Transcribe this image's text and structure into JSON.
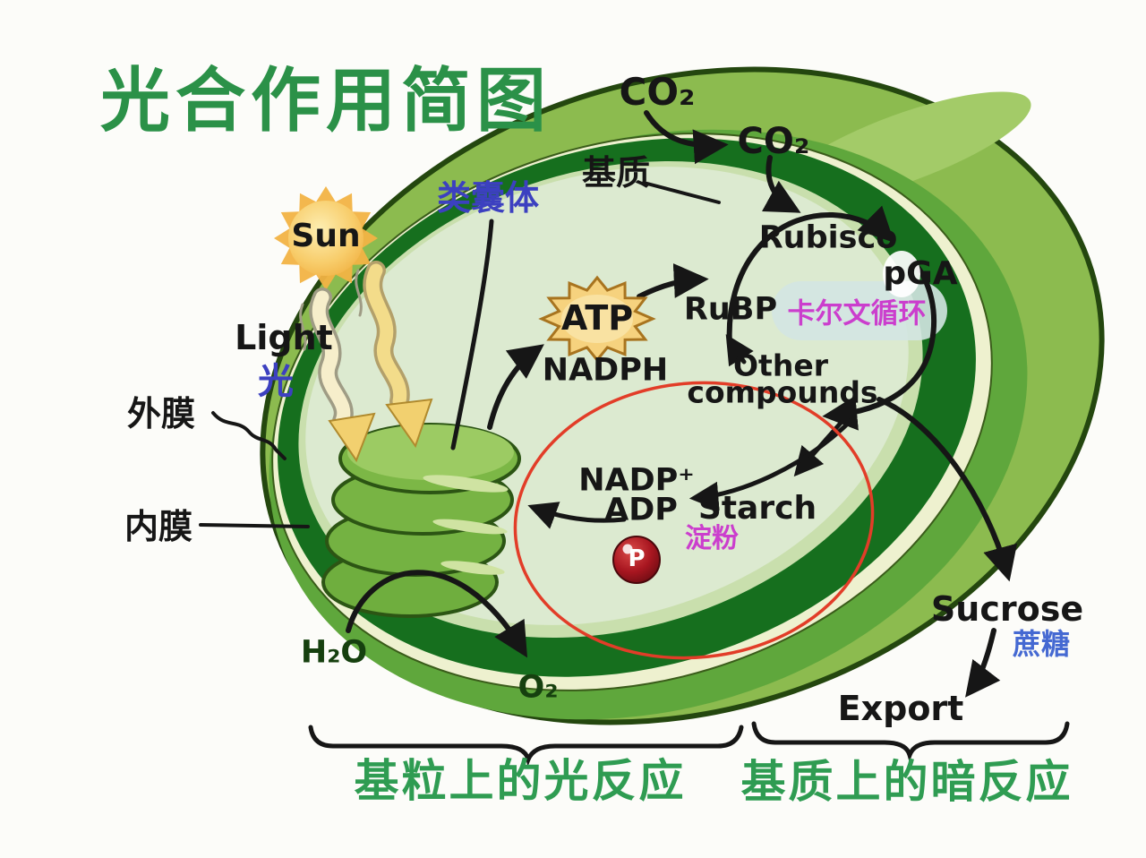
{
  "title": {
    "text": "光合作用简图"
  },
  "external": {
    "co2_outside": "CO₂",
    "sun_label": "Sun",
    "light_en": "Light",
    "light_cn": "光"
  },
  "structures": {
    "stroma_cn": "基质",
    "thylakoid_cn": "类囊体",
    "outer_membrane_cn": "外膜",
    "inner_membrane_cn": "内膜"
  },
  "light_reactions": {
    "h2o": "H₂O",
    "o2": "O₂",
    "atp": "ATP",
    "nadph": "NADPH",
    "nadp_plus": "NADP⁺",
    "adp": "ADP",
    "phosphate": "P"
  },
  "calvin_cycle": {
    "co2_inside": "CO₂",
    "rubisco": "Rubisco",
    "pga": "pGA",
    "rubp": "RuBP",
    "other_line1": "Other",
    "other_line2": "compounds",
    "name_cn": "卡尔文循环"
  },
  "products": {
    "starch_en": "Starch",
    "starch_cn": "淀粉",
    "sucrose_en": "Sucrose",
    "sucrose_cn": "蔗糖",
    "export_label": "Export"
  },
  "footer": {
    "light_reaction_cn": "基粒上的光反应",
    "dark_reaction_cn": "基质上的暗反应"
  },
  "colors": {
    "title_green": "#2b9148",
    "footer_green": "#2f9c52",
    "label_blue": "#3c40c0",
    "sucrose_blue": "#4569d2",
    "magenta": "#cb3ecd",
    "red_circle": "#e23d28",
    "chloroplast_outer": "#8cbb4f",
    "chloroplast_base": "#5fa73c",
    "dark_membrane": "#166f1e",
    "cream_membrane": "#eef1cf",
    "stroma_fill": "#dcead0",
    "grana_green": "#7cb746",
    "sun_yellow": "#f6c45a",
    "atp_star_fill": "#f6d27e",
    "phosphate_red": "#a81620"
  }
}
